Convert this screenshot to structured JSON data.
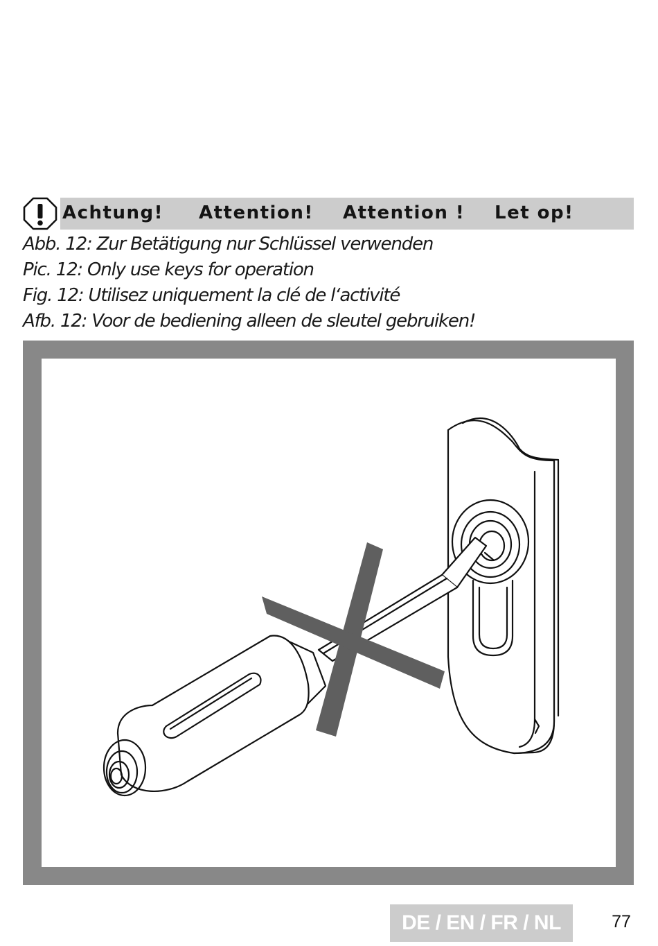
{
  "warning": {
    "icon": "exclamation-octagon-icon",
    "labels": [
      "Achtung!",
      "Attention!",
      "Attention !",
      "Let op!"
    ]
  },
  "captions": [
    "Abb. 12: Zur Betätigung nur Schlüssel verwenden",
    "Pic. 12: Only use keys for operation",
    "Fig. 12: Utilisez uniquement la clé de l‘activité",
    "Afb. 12: Voor de bediening alleen de sleutel gebruiken!"
  ],
  "figure": {
    "depicts": [
      "door-handle-plate-illustration",
      "screwdriver-illustration",
      "prohibition-cross-icon"
    ],
    "frame_color": "#888888",
    "cross_color": "#5f5f5f"
  },
  "footer": {
    "languages": "DE / EN / FR / NL",
    "page_number": "77",
    "badge_color": "#cccccc"
  }
}
